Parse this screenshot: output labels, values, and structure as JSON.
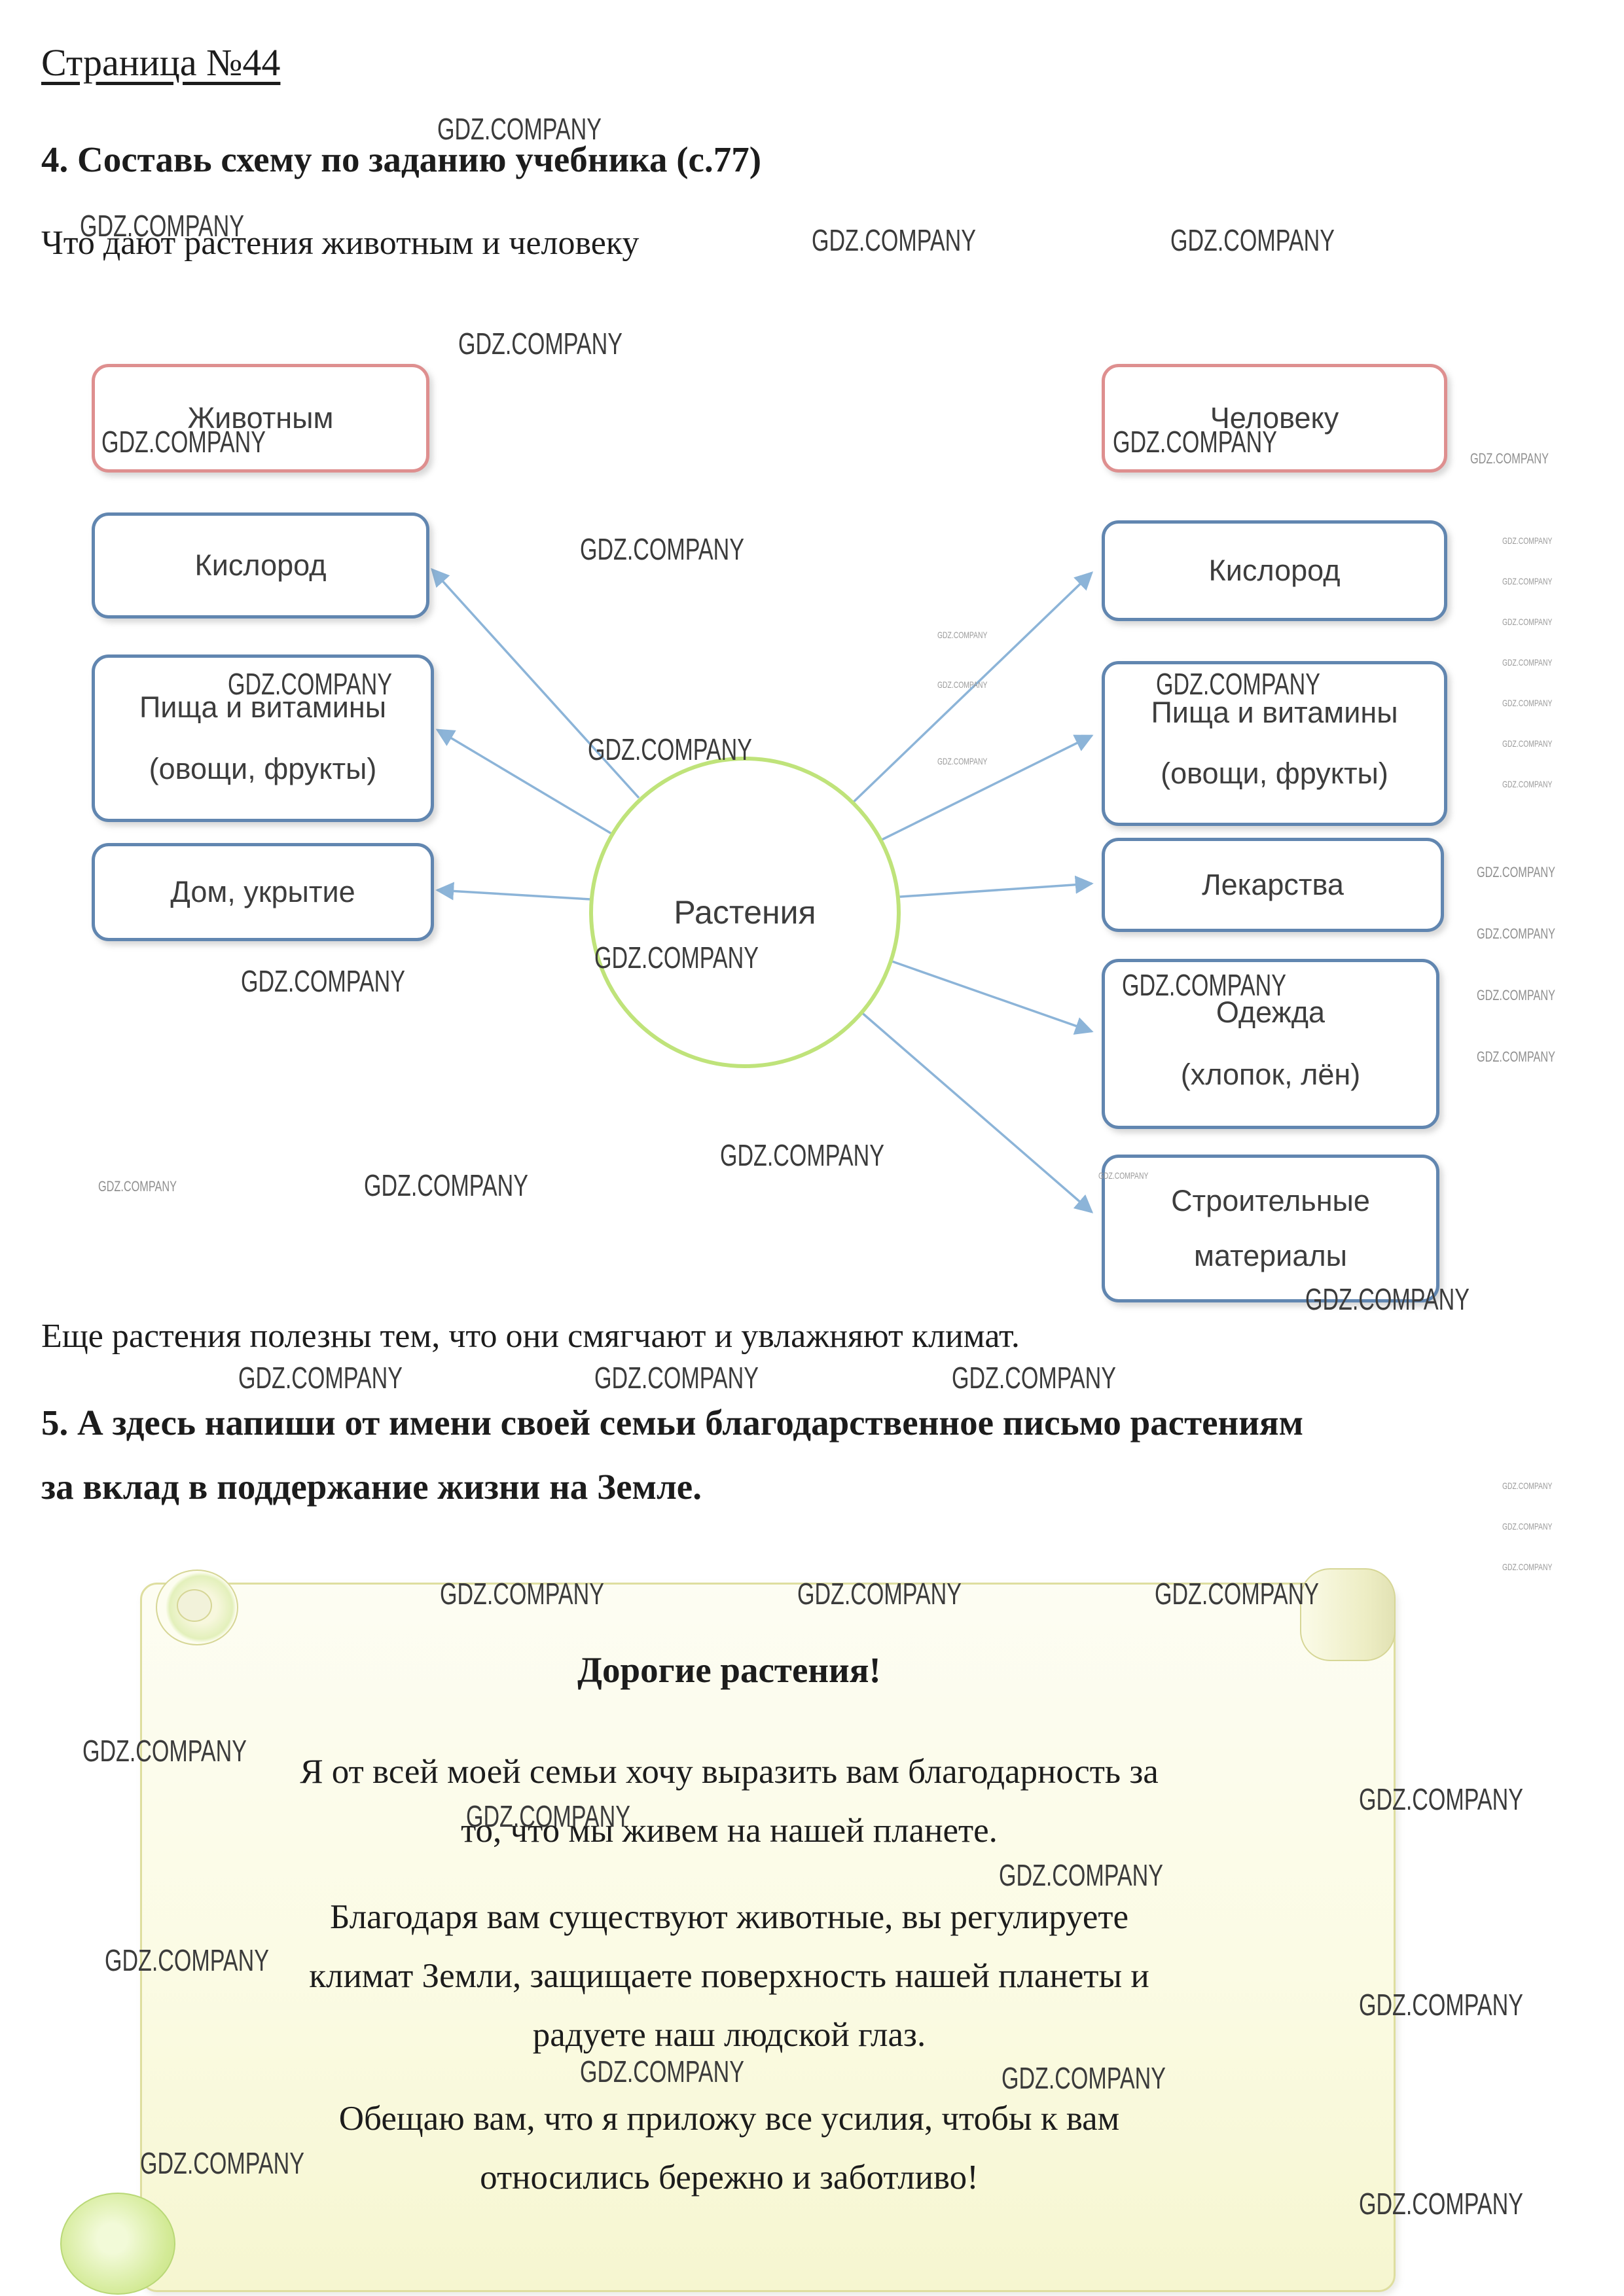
{
  "page": {
    "title": "Страница №44",
    "watermark": "GDZ.COMPANY"
  },
  "task4": {
    "heading": "4. Составь схему по заданию учебника (с.77)",
    "question": "Что дают растения животным и человеку",
    "note": "Еще растения полезны тем, что они смягчают и увлажняют климат.",
    "diagram": {
      "center": "Растения",
      "animals_header": "Животным",
      "humans_header": "Человеку",
      "animals_items": [
        [
          "Кислород"
        ],
        [
          "Пища и витамины",
          "(овощи, фрукты)"
        ],
        [
          "Дом, укрытие"
        ]
      ],
      "humans_items": [
        [
          "Кислород"
        ],
        [
          "Пища и витамины",
          "(овощи, фрукты)"
        ],
        [
          "Лекарства"
        ],
        [
          "Одежда",
          "(хлопок, лён)"
        ],
        [
          "Строительные",
          "материалы"
        ]
      ]
    }
  },
  "task5": {
    "heading_line1": "5. А здесь напиши от имени своей семьи благодарственное письмо растениям",
    "heading_line2": "за вклад в поддержание жизни на Земле.",
    "letter": {
      "title": "Дорогие растения!",
      "lines": [
        "Я от всей моей семьи хочу выразить вам благодарность за",
        "то, что мы живем на нашей планете.",
        "Благодаря вам существуют животные, вы регулируете",
        "климат Земли, защищаете поверхность нашей планеты и",
        "радуете наш людской глаз.",
        "Обещаю вам, что я приложу все усилия, чтобы к вам",
        "относились бережно и заботливо!"
      ]
    }
  },
  "colors": {
    "box_border_blue": "#6186b0",
    "box_border_pink": "#de8f8f",
    "circle_border_green": "#bfe37a",
    "arrow_blue": "#8cb4d8",
    "scroll_fill": "#fbfbe4"
  }
}
